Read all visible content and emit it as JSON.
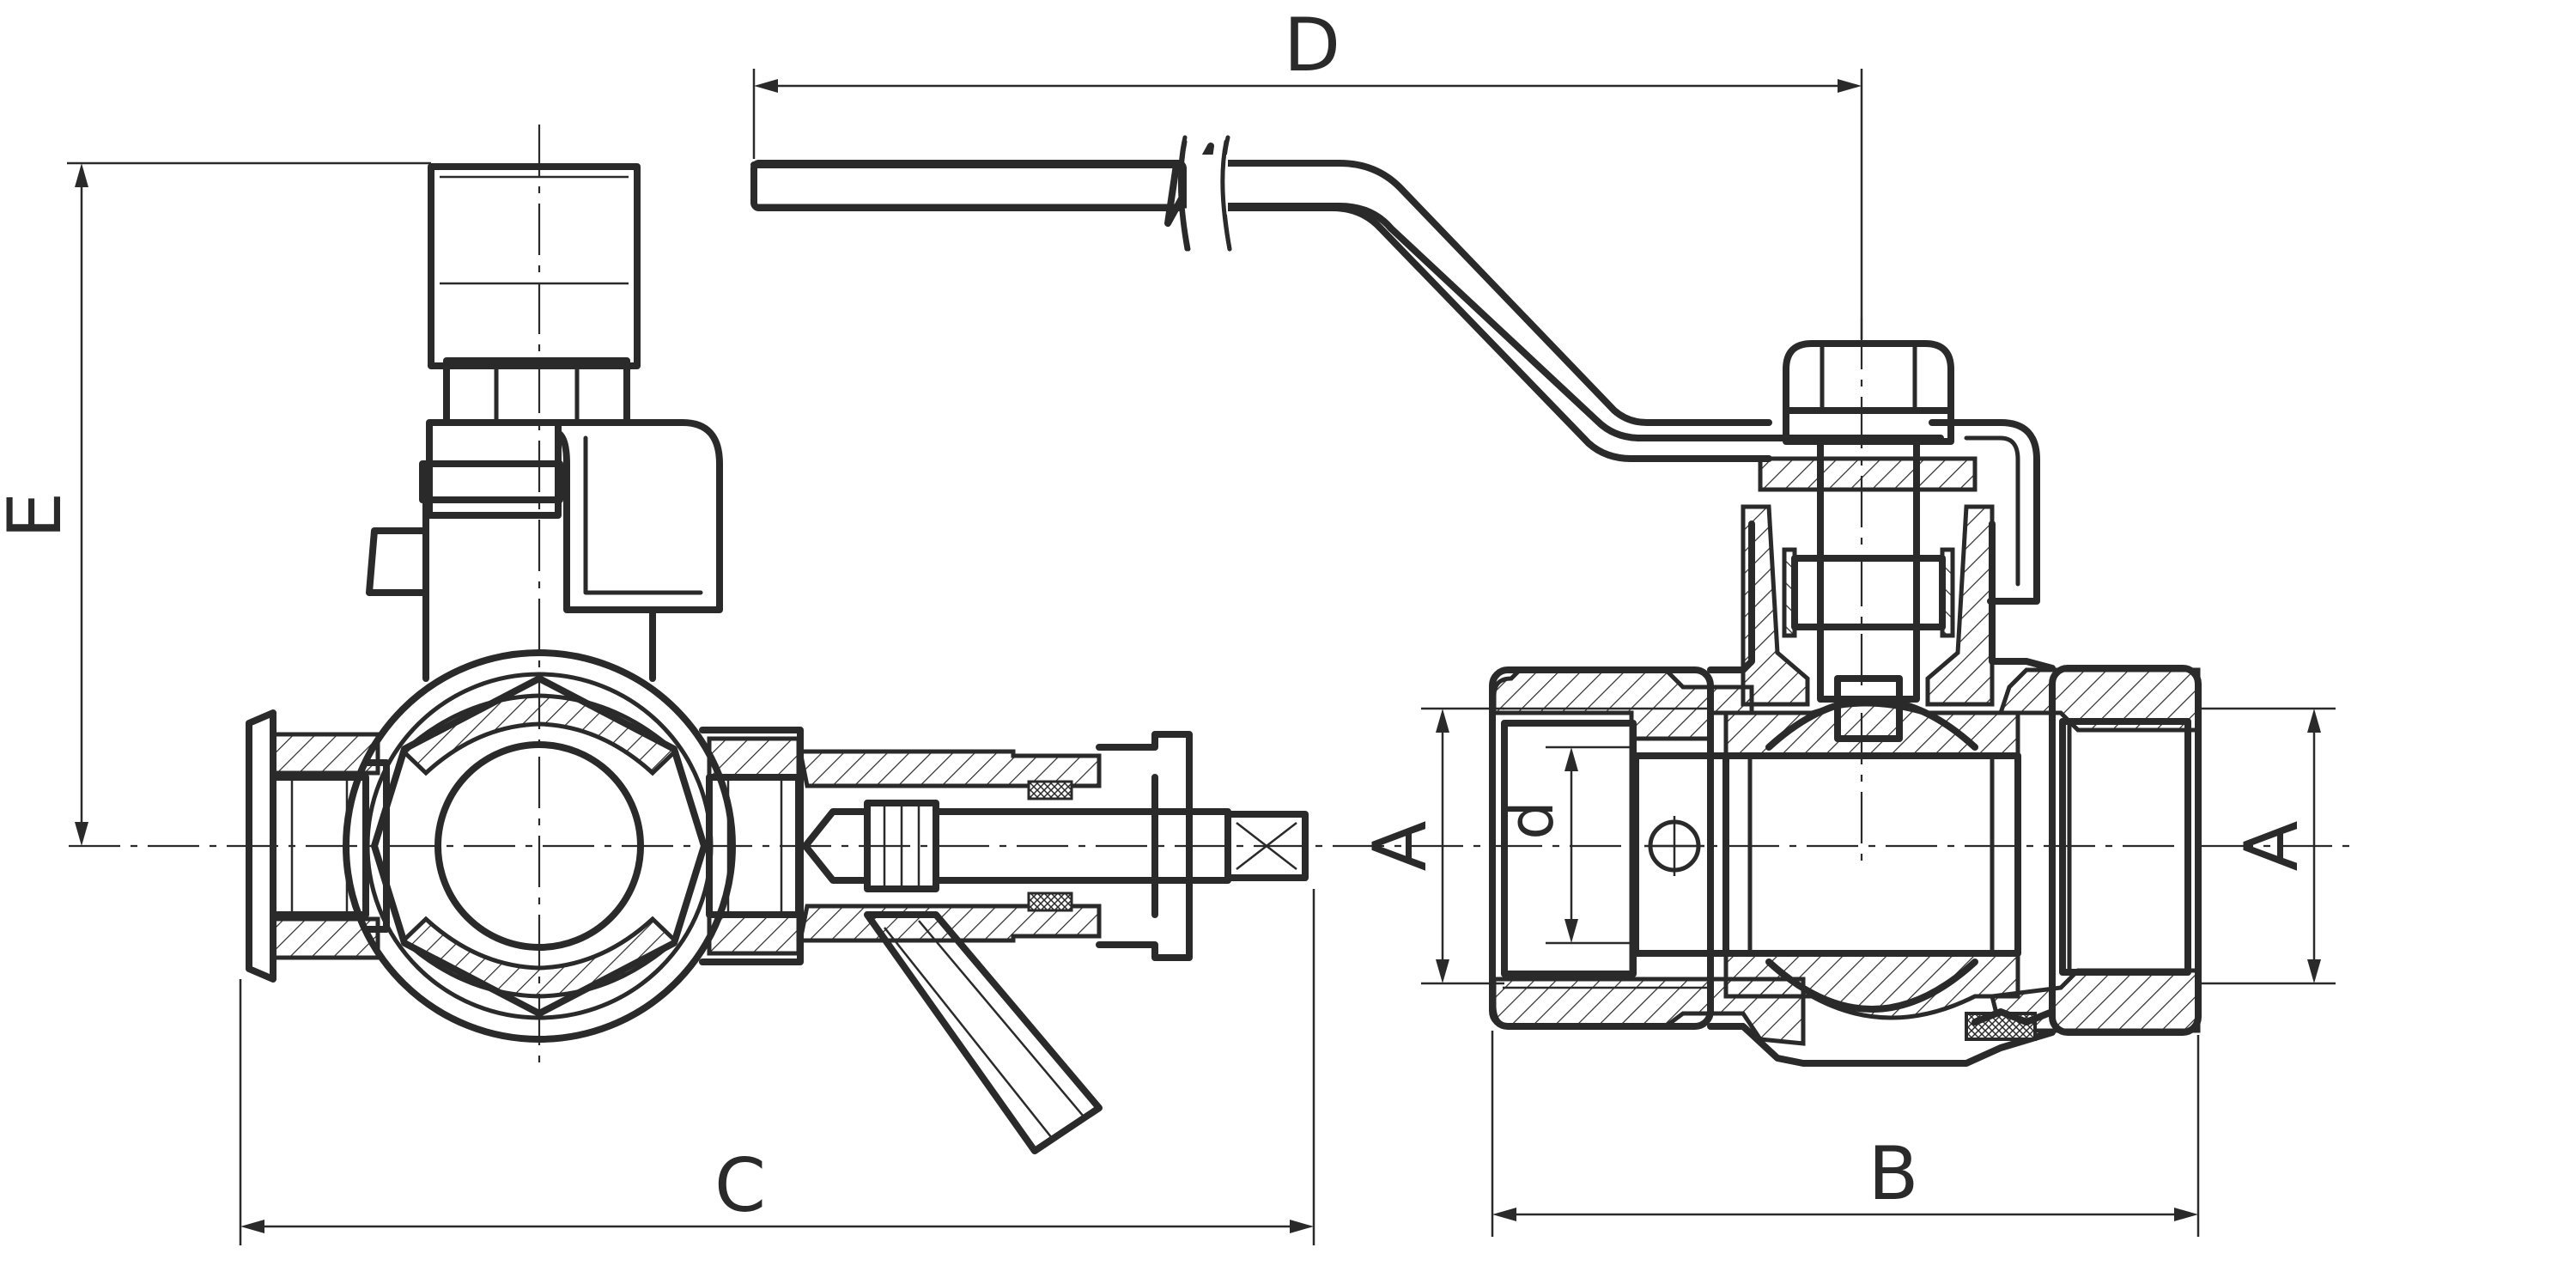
{
  "labels": {
    "d_lever": "D",
    "e_height": "E",
    "c_width": "C",
    "b_length": "B",
    "a_left": "A",
    "a_right": "A",
    "d_bore": "d"
  },
  "colors": {
    "line": "#2a2a2a",
    "background": "#ffffff"
  }
}
